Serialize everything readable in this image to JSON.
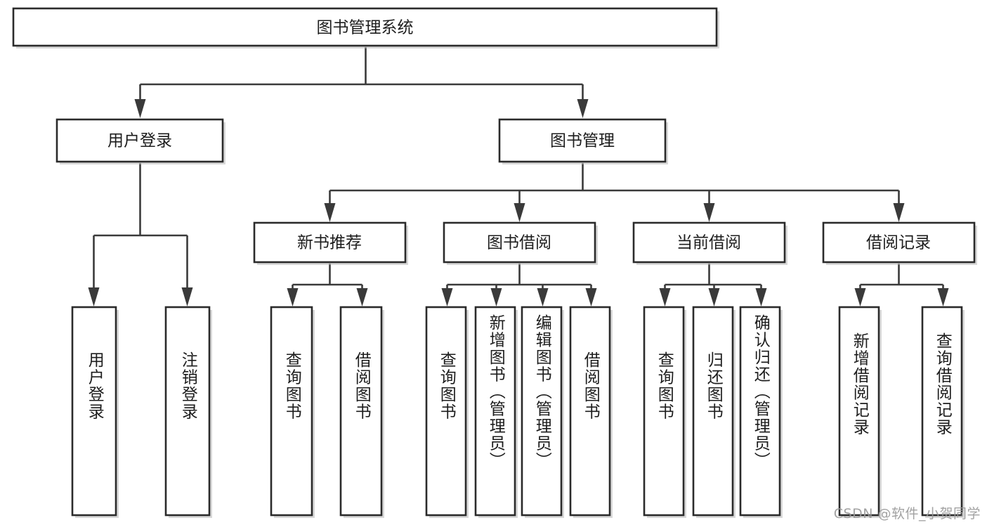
{
  "diagram": {
    "type": "tree-hierarchy-chart",
    "title": "图书管理系统",
    "orientation": "top-down",
    "colors": {
      "box_fill": "#ffffff",
      "box_stroke": "#2b2b2b",
      "connector": "#3a3a3a",
      "text": "#1d1d1d",
      "background": "#ffffff",
      "watermark": "#9b9b9b"
    },
    "root": {
      "label": "图书管理系统"
    },
    "level2": [
      {
        "label": "用户登录"
      },
      {
        "label": "图书管理"
      }
    ],
    "level3": [
      {
        "label": "新书推荐"
      },
      {
        "label": "图书借阅"
      },
      {
        "label": "当前借阅"
      },
      {
        "label": "借阅记录"
      }
    ],
    "leaves_user_login": [
      {
        "label": "用户登录"
      },
      {
        "label": "注销登录"
      }
    ],
    "leaves_new_book": [
      {
        "label": "查询图书"
      },
      {
        "label": "借阅图书"
      }
    ],
    "leaves_borrow": [
      {
        "label": "查询图书"
      },
      {
        "label": "新增图书（管理员）"
      },
      {
        "label": "编辑图书（管理员）"
      },
      {
        "label": "借阅图书"
      }
    ],
    "leaves_current": [
      {
        "label": "查询图书"
      },
      {
        "label": "归还图书"
      },
      {
        "label": "确认归还（管理员）"
      }
    ],
    "leaves_record": [
      {
        "label": "新增借阅记录"
      },
      {
        "label": "查询借阅记录"
      }
    ]
  },
  "watermark": {
    "text": "CSDN @软件_小贺同学"
  }
}
